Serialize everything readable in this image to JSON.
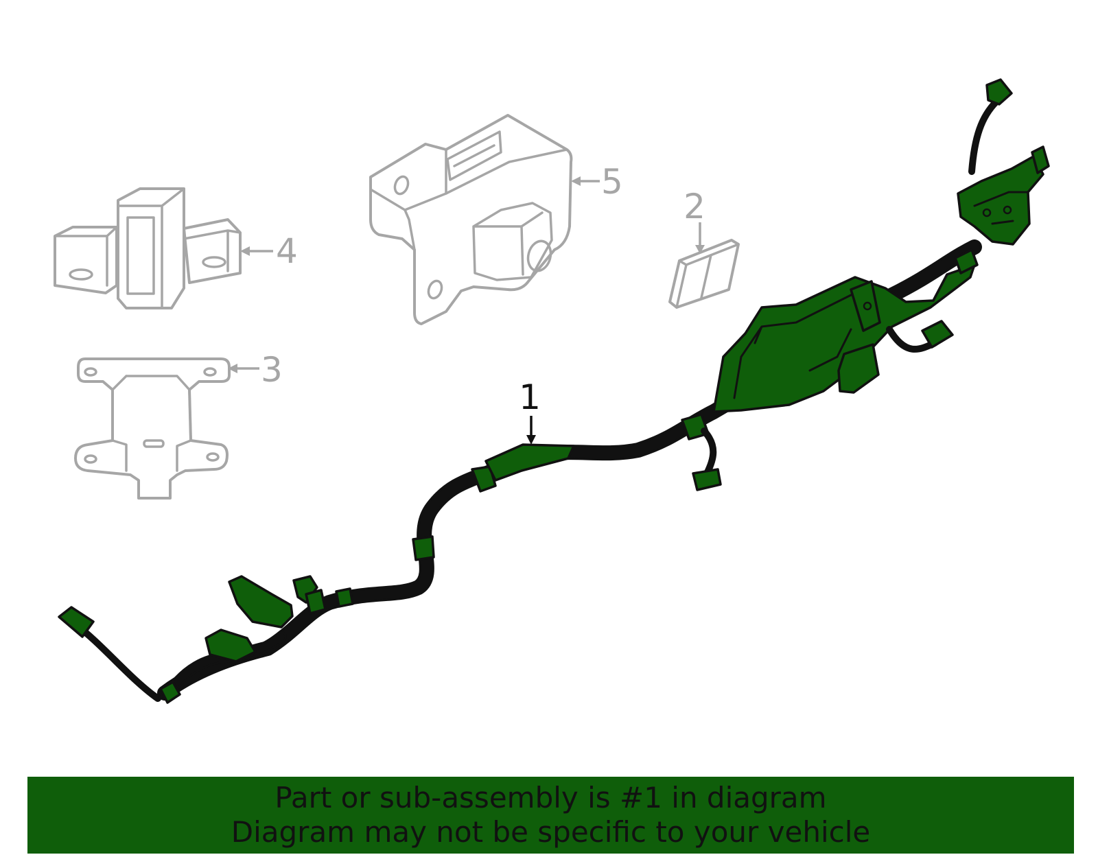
{
  "colors": {
    "highlight": "#0f5e0a",
    "ghost_part": "#a6a6a6",
    "outline": "#111111",
    "background": "#ffffff"
  },
  "callouts": {
    "part_1": "1",
    "part_2": "2",
    "part_3": "3",
    "part_4": "4",
    "part_5": "5"
  },
  "banner": {
    "line1": "Part or sub-assembly is #1 in diagram",
    "line2": "Diagram may not be specific to your vehicle"
  }
}
